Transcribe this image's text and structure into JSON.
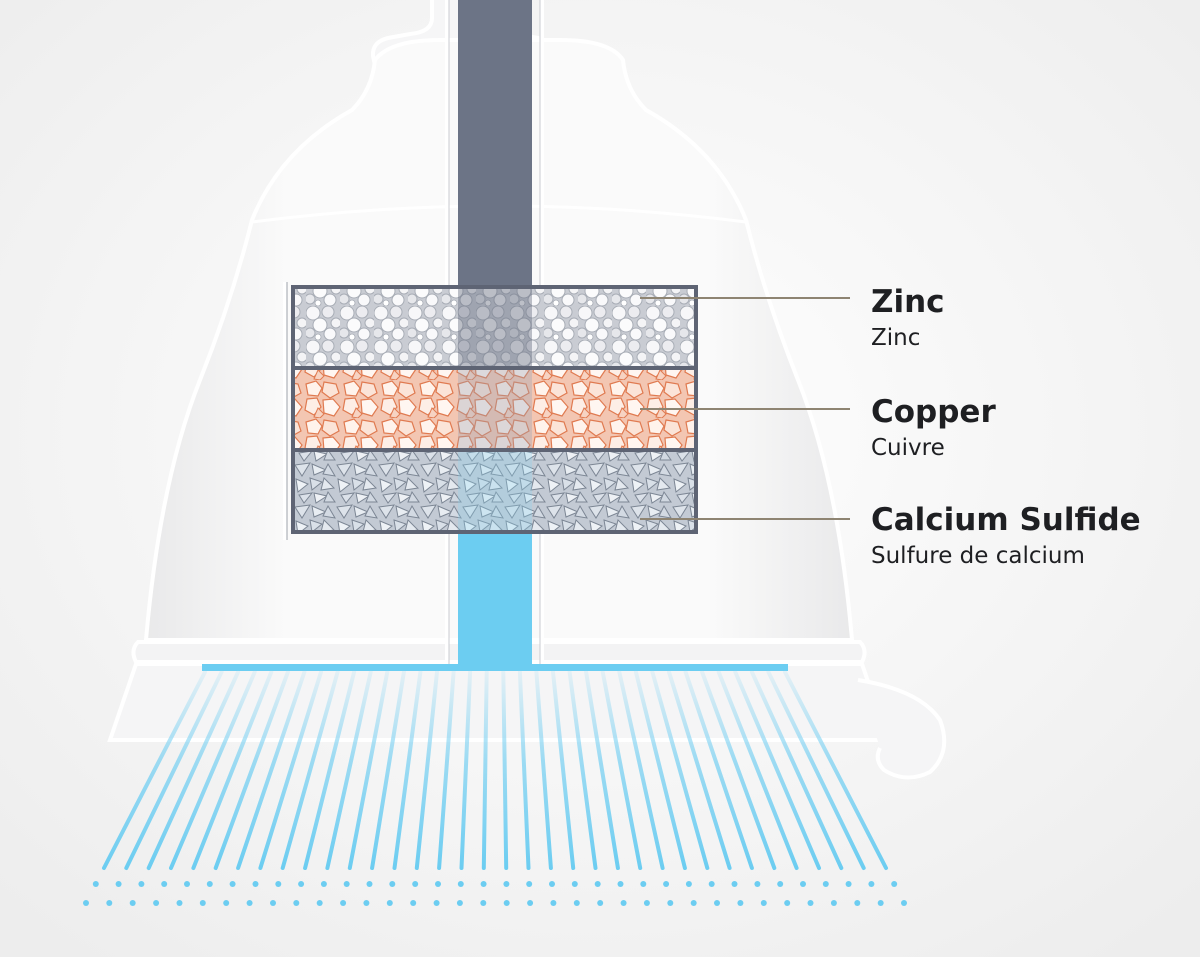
{
  "colors": {
    "background": "#f2f2f2",
    "housing_outline": "#ffffff",
    "water_flow": "#6ccdf1",
    "water_spray": "#7fd2f2",
    "unfiltered_core": "#6c7486",
    "layer_border": "#5e6474",
    "zinc": "#d4d7dd",
    "copper": "#f0b49c",
    "calcium_sulfide": "#b6bec9",
    "leader_line": "#8e8472",
    "text": "#1e1f22"
  },
  "layers": [
    {
      "id": "zinc",
      "name": "Zinc",
      "translation": "Zinc",
      "icon": "zinc-granules"
    },
    {
      "id": "copper",
      "name": "Copper",
      "translation": "Cuivre",
      "icon": "copper-granules"
    },
    {
      "id": "calcium",
      "name": "Calcium Sulfide",
      "translation": "Sulfure de calcium",
      "icon": "calcium-sulfide-shards"
    }
  ]
}
